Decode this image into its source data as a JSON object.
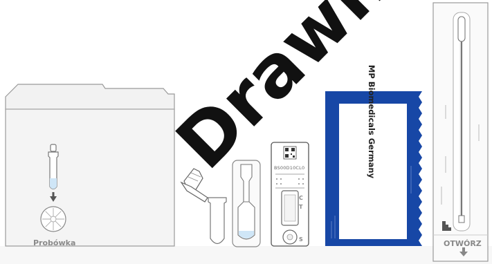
{
  "kit": {
    "box_label": "Probówka",
    "cassette": {
      "code": "BS00D10CL0",
      "marker_c": "C",
      "marker_t": "T",
      "marker_s": "S"
    },
    "pouch_label": "MP Biomedicals Germany",
    "swab_label": "OTWÓRZ"
  },
  "watermark": {
    "text": "Drawn Janu"
  },
  "colors": {
    "pouch_blue": "#1747a6",
    "outline": "#999999",
    "fill": "#f5f5f5",
    "liquid": "#cfe6f7"
  }
}
